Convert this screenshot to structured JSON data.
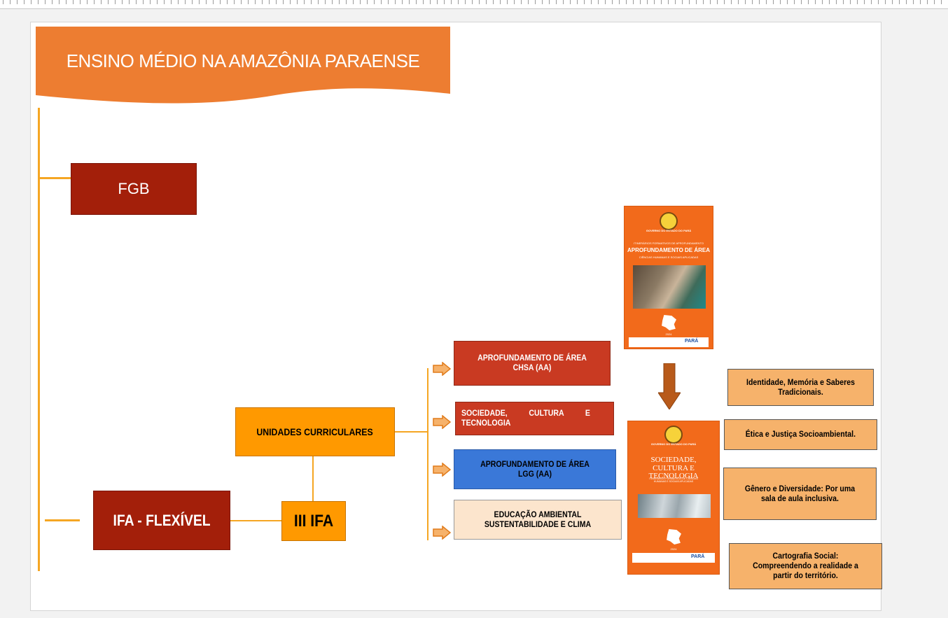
{
  "title": "ENSINO MÉDIO NA AMAZÔNIA PARAENSE",
  "fgb": "FGB",
  "ifa_flexivel": "IFA - FLEXÍVEL",
  "iii_ifa": "III IFA",
  "unidades_curriculares": "UNIDADES CURRICULARES",
  "units": [
    {
      "label": "APROFUNDAMENTO DE ÁREA CHSA (AA)",
      "color": "#c93a22"
    },
    {
      "label": "SOCIEDADE, CULTURA E TECNOLOGIA",
      "color": "#c93a22"
    },
    {
      "label": "APROFUNDAMENTO DE ÁREA LGG (AA)",
      "color": "#3a78d8"
    },
    {
      "label": "EDUCAÇÃO AMBIENTAL SUSTENTABILIDADE E CLIMA",
      "color": "#fce5cd"
    }
  ],
  "topics": [
    "Identidade, Memória e Saberes Tradicionais.",
    "Ética e Justiça Socioambiental.",
    "Gênero e Diversidade: Por uma sala de aula inclusiva.",
    "Cartografia Social: Compreendendo a realidade a partir do território."
  ],
  "cover1": {
    "gov": "GOVERNO DO ESTADO DO PARÁ",
    "kicker": "ITINERÁRIOS FORMATIVOS DE APROFUNDAMENTO",
    "title": "APROFUNDAMENTO DE ÁREA",
    "subtitle": "CIÊNCIAS HUMANAS E SOCIAIS APLICADAS",
    "year": "2024",
    "brand": "PARÁ"
  },
  "cover2": {
    "gov": "GOVERNO DO ESTADO DO PARÁ",
    "title": "SOCIEDADE, CULTURA E TECNOLOGIA",
    "subtitle": "ITINERÁRIOS FORMATIVOS DE CIÊNCIAS HUMANAS E SOCIAIS APLICADAS",
    "year": "2024",
    "brand": "PARÁ"
  },
  "colors": {
    "title_bg": "#ed7d31",
    "dark_red": "#a31f0a",
    "orange": "#ff9900",
    "line": "#f5a623",
    "topic_bg": "#f6b26b",
    "arrow_down": "#b85a1a"
  }
}
